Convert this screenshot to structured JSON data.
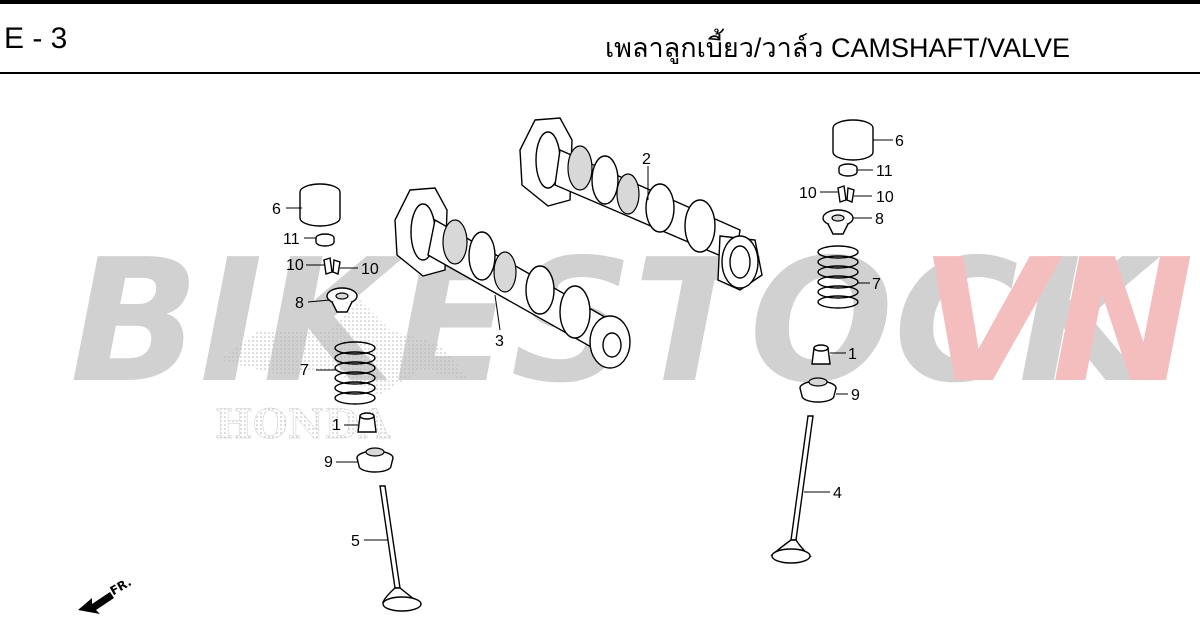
{
  "header": {
    "code": "E - 3",
    "title": "เพลาลูกเบี้ยว/วาล์ว  CAMSHAFT/VALVE"
  },
  "watermark": {
    "text_a": "BIKESTOCK",
    "text_b": "VN",
    "brand": "HONDA",
    "color_a": "#c8c8c8",
    "color_b": "#f2b9b9"
  },
  "direction_marker": {
    "label": "FR."
  },
  "callouts": {
    "l_6": "6",
    "l_11": "11",
    "l_10a": "10",
    "l_10b": "10",
    "l_8": "8",
    "l_7": "7",
    "l_1": "1",
    "l_9": "9",
    "l_5": "5",
    "l_3": "3",
    "r_2": "2",
    "r_6": "6",
    "r_11": "11",
    "r_10a": "10",
    "r_10b": "10",
    "r_8": "8",
    "r_7": "7",
    "r_1": "1",
    "r_9": "9",
    "r_4": "4"
  }
}
